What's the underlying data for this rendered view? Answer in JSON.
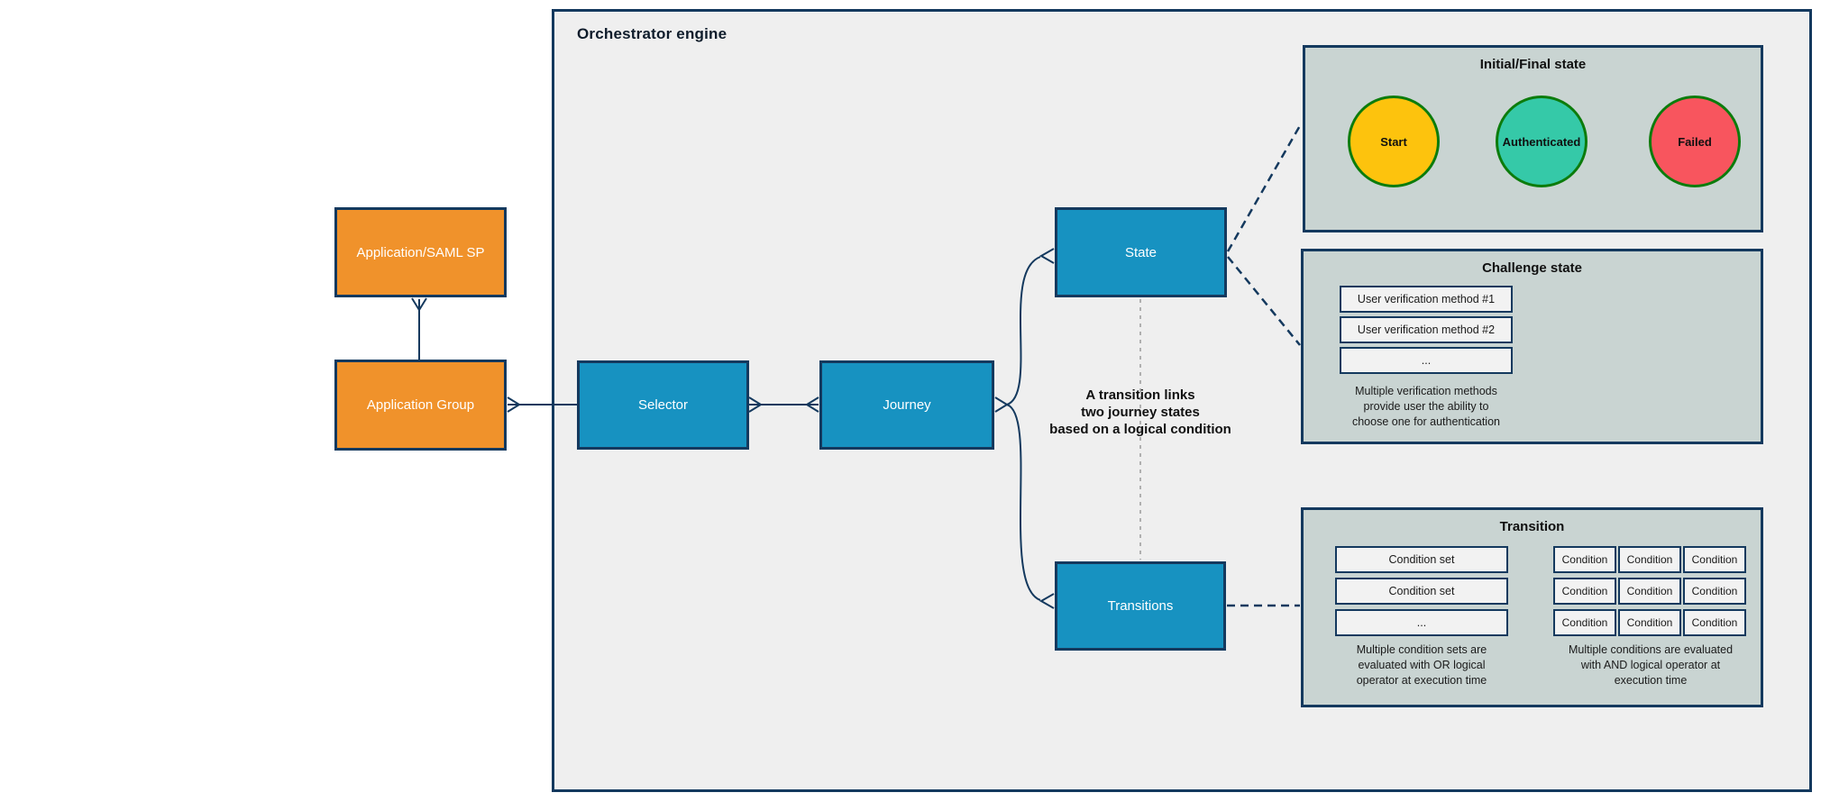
{
  "colors": {
    "border_navy": "#14395e",
    "orchestrator_fill": "#efefef",
    "sub_panel_fill": "#c9d4d2",
    "orange_node_fill": "#f0922b",
    "blue_node_fill": "#1792c1",
    "white_box_fill": "#f2f2f2",
    "start_fill": "#fdc30d",
    "authenticated_fill": "#35c9a8",
    "failed_fill": "#f8555e",
    "circle_border_green": "#0c7c0c",
    "gray_dash": "#b0b0b0"
  },
  "orchestrator": {
    "title": "Orchestrator engine"
  },
  "nodes": {
    "app_saml": "Application/SAML SP",
    "app_group": "Application Group",
    "selector": "Selector",
    "journey": "Journey",
    "state": "State",
    "transitions": "Transitions"
  },
  "annotation": {
    "line1": "A transition links",
    "line2": "two journey states",
    "line3": "based on a logical condition"
  },
  "initial_final": {
    "title": "Initial/Final state",
    "states": [
      {
        "label": "Start",
        "color": "#fdc30d"
      },
      {
        "label": "Authenticated",
        "color": "#35c9a8"
      },
      {
        "label": "Failed",
        "color": "#f8555e"
      }
    ]
  },
  "challenge": {
    "title": "Challenge state",
    "methods": [
      "User verification method #1",
      "User verification method #2",
      "..."
    ],
    "caption": [
      "Multiple verification methods",
      "provide user the ability to",
      "choose one for authentication"
    ]
  },
  "transition_panel": {
    "title": "Transition",
    "condition_sets": [
      "Condition set",
      "Condition set",
      "..."
    ],
    "condition_grid": [
      [
        "Condition",
        "Condition",
        "Condition"
      ],
      [
        "Condition",
        "Condition",
        "Condition"
      ],
      [
        "Condition",
        "Condition",
        "Condition"
      ]
    ],
    "caption_left": [
      "Multiple condition sets are",
      "evaluated with OR logical",
      "operator at execution time"
    ],
    "caption_right": [
      "Multiple conditions are evaluated",
      "with AND logical operator at",
      "execution time"
    ]
  }
}
